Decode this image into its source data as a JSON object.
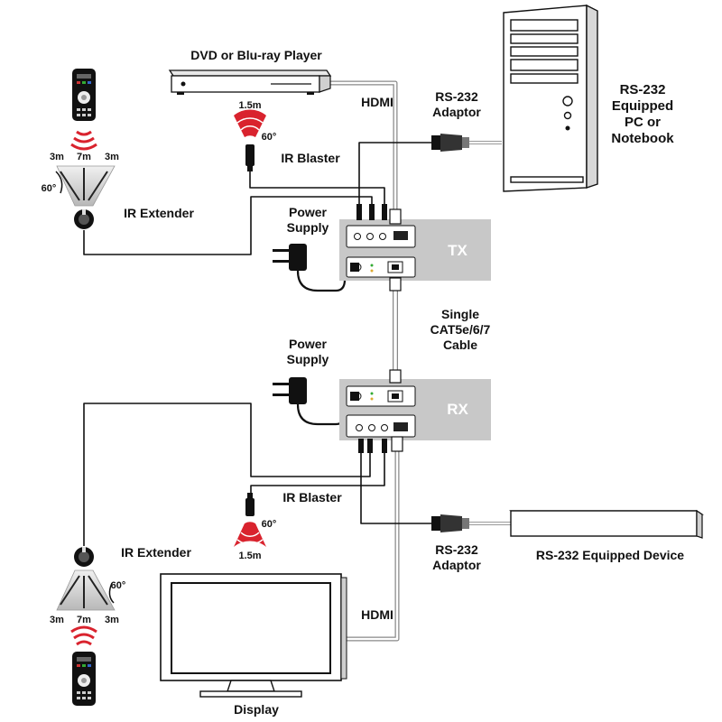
{
  "labels": {
    "dvd_player": "DVD or Blu-ray Player",
    "hdmi_top": "HDMI",
    "hdmi_bottom": "HDMI",
    "rs232_adaptor_top": [
      "RS-232",
      "Adaptor"
    ],
    "rs232_adaptor_bottom": [
      "RS-232",
      "Adaptor"
    ],
    "pc": [
      "RS-232",
      "Equipped",
      "PC or",
      "Notebook"
    ],
    "ir_blaster_top": "IR Blaster",
    "ir_blaster_bottom": "IR Blaster",
    "ir_extender_top": "IR Extender",
    "ir_extender_bottom": "IR Extender",
    "power_supply_top": [
      "Power",
      "Supply"
    ],
    "power_supply_bottom": [
      "Power",
      "Supply"
    ],
    "tx": "TX",
    "rx": "RX",
    "cable": [
      "Single",
      "CAT5e/6/7",
      "Cable"
    ],
    "rs232_device": "RS-232 Equipped Device",
    "display": "Display",
    "blaster_range_top": "1.5m",
    "blaster_angle_top": "60°",
    "blaster_range_bottom": "1.5m",
    "blaster_angle_bottom": "60°",
    "extender_top": {
      "left": "3m",
      "mid": "7m",
      "right": "3m",
      "angle": "60°"
    },
    "extender_bottom": {
      "left": "3m",
      "mid": "7m",
      "right": "3m",
      "angle": "60°"
    }
  },
  "colors": {
    "ir_red": "#d9232e",
    "unit_gray": "#c8c8c8",
    "cable_gray": "#b5b5b5"
  }
}
